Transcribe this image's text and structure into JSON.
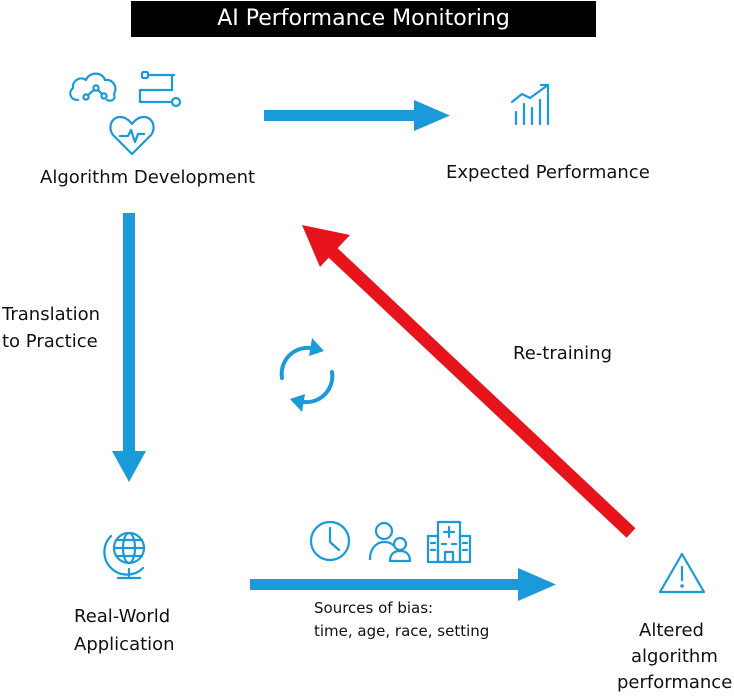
{
  "title": "AI Performance Monitoring",
  "nodes": {
    "algorithm_development": "Algorithm Development",
    "expected_performance": "Expected Performance",
    "real_world_application_line1": "Real-World",
    "real_world_application_line2": "Application",
    "altered_line1": "Altered",
    "altered_line2": "algorithm",
    "altered_line3": "performance"
  },
  "edges": {
    "translation_line1": "Translation",
    "translation_line2": "to Practice",
    "retraining": "Re-training",
    "bias_line1": "Sources of bias:",
    "bias_line2": "time, age, race, setting"
  },
  "colors": {
    "accent_blue": "#1a9ad9",
    "retraining_red": "#e8141b",
    "title_bg": "#000000"
  },
  "icons": [
    "cloud-network-icon",
    "circuit-icon",
    "heart-pulse-icon",
    "bar-chart-trend-icon",
    "cycle-arrows-icon",
    "globe-icon",
    "clock-icon",
    "people-icon",
    "hospital-icon",
    "warning-icon"
  ]
}
